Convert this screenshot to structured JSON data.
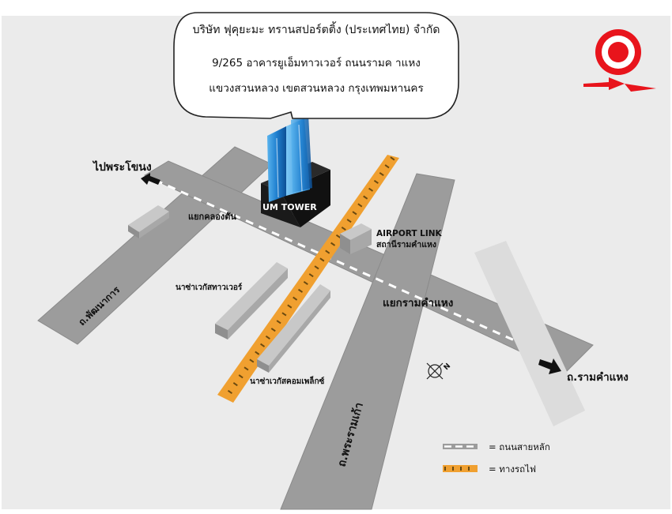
{
  "callout": {
    "company": "บริษัท ฟุคุยะมะ ทรานสปอร์ตติ้ง (ประเทศไทย) จำกัด",
    "address_line1": "9/265 อาคารยูเอ็มทาวเวอร์  ถนนรามค าแหง",
    "address_line2": "แขวงสวนหลวง  เขตสวนหลวง กรุงเทพมหานคร"
  },
  "building": {
    "label": "UM TOWER"
  },
  "labels": {
    "to_phra_khanong": "ไปพระโขนง",
    "khlong_tan_junction": "แยกคลองตัน",
    "airport_link": "AIRPORT LINK",
    "airport_link_station": "สถานีรามคำแหง",
    "phatthanakan_road": "ถ.พัฒนาการ",
    "nakawa_tower": "นาซ่าเวกัสทาวเวอร์",
    "ramkhamhaeng_junction": "แยกรามคำแหง",
    "nakawa_complex": "นาซ่าเวกัสคอมเพล็กซ์",
    "rama9_road": "ถ.พระรามเก้า",
    "ramkhamhaeng_road": "ถ.รามคำแหง",
    "north": "N"
  },
  "legend": {
    "main_road": "= ถนนสายหลัก",
    "railway": "= ทางรถไฟ"
  },
  "colors": {
    "background": "#ebebeb",
    "road": "#9a9a9a",
    "railway": "#f0a030",
    "tower_blue": "#2c8fd8",
    "logo_red": "#e8141c"
  }
}
